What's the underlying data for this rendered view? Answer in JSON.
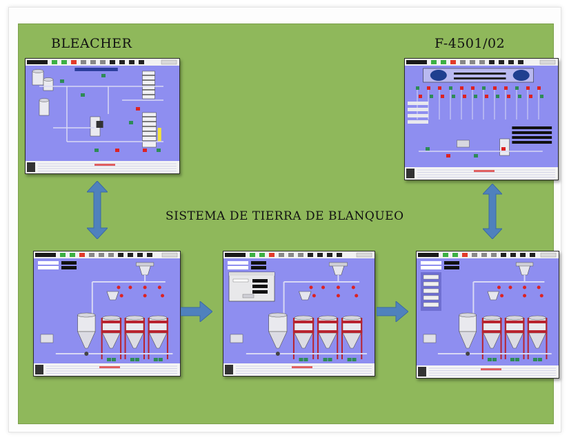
{
  "labels": {
    "bleacher": "BLEACHER",
    "filter": "F-4501/02",
    "system": "SISTEMA DE TIERRA DE BLANQUEO"
  },
  "colors": {
    "board": "#8fb85b",
    "screen_bg": "#8e8ef0",
    "arrow": "#4f81bd",
    "vessel_red": "#b8232f",
    "pipe": "#d8d8f4"
  },
  "screens": [
    {
      "name": "bleacher-screen",
      "type": "bleacher"
    },
    {
      "name": "filter-screen",
      "type": "filter"
    },
    {
      "name": "tank-screen-1",
      "type": "tanks"
    },
    {
      "name": "tank-screen-2",
      "type": "tanks-popup"
    },
    {
      "name": "tank-screen-3",
      "type": "tanks-menu"
    }
  ]
}
